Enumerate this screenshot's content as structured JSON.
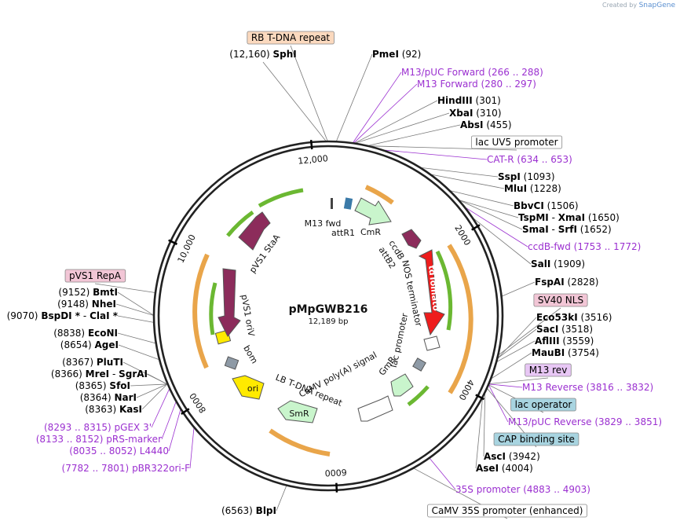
{
  "branding": {
    "created_by": "Created by",
    "product": "SnapGene"
  },
  "plasmid": {
    "name": "pMpGWB216",
    "size_label": "12,189 bp",
    "total_bp": 12189
  },
  "colors": {
    "enzyme": "#000000",
    "primer": "#9b30d0",
    "tick": "#000000",
    "label_line": "#777777",
    "primer_line": "#9b30d0",
    "box_feature_fill": "#fbd9be",
    "box_pink_fill": "#f2c6d6",
    "box_blue_fill": "#a8d4e0",
    "box_purple_fill": "#e8c7f5",
    "box_white_fill": "#ffffff"
  },
  "ticks": [
    {
      "bp": 2000,
      "label": "2000"
    },
    {
      "bp": 4000,
      "label": "4000"
    },
    {
      "bp": 6000,
      "label": "6000"
    },
    {
      "bp": 8000,
      "label": "8000"
    },
    {
      "bp": 10000,
      "label": "10,000"
    },
    {
      "bp": 12000,
      "label": "12,000"
    }
  ],
  "outer_labels": [
    {
      "id": "rb-tdna",
      "kind": "boxed",
      "box": "feature",
      "name": "RB T-DNA repeat",
      "bp": 12180
    },
    {
      "id": "sphi",
      "kind": "enzyme",
      "pre": "(12,160)",
      "name": "SphI",
      "bp": 12160
    },
    {
      "id": "pmei",
      "kind": "enzyme",
      "name": "PmeI",
      "post": "(92)",
      "bp": 92
    },
    {
      "id": "m13puc-f",
      "kind": "primer",
      "name": "M13/pUC Forward",
      "post": "(266 .. 288)",
      "bp": 277
    },
    {
      "id": "m13-f",
      "kind": "primer",
      "name": "M13 Forward",
      "post": "(280 .. 297)",
      "bp": 289
    },
    {
      "id": "hindiii",
      "kind": "enzyme",
      "name": "HindIII",
      "post": "(301)",
      "bp": 301
    },
    {
      "id": "xbai",
      "kind": "enzyme",
      "name": "XbaI",
      "post": "(310)",
      "bp": 310
    },
    {
      "id": "absi",
      "kind": "enzyme",
      "name": "AbsI",
      "post": "(455)",
      "bp": 455
    },
    {
      "id": "lacuv5",
      "kind": "boxed",
      "box": "white",
      "name": "lac UV5 promoter",
      "bp": 480
    },
    {
      "id": "cat-r",
      "kind": "primer",
      "name": "CAT-R",
      "post": "(634 .. 653)",
      "bp": 643
    },
    {
      "id": "sspi",
      "kind": "enzyme",
      "name": "SspI",
      "post": "(1093)",
      "bp": 1093
    },
    {
      "id": "mlui",
      "kind": "enzyme",
      "name": "MluI",
      "post": "(1228)",
      "bp": 1228
    },
    {
      "id": "bbvci",
      "kind": "enzyme",
      "name": "BbvCI",
      "post": "(1506)",
      "bp": 1506
    },
    {
      "id": "tspmi",
      "kind": "enzyme",
      "name": "TspMI",
      "mid": " - ",
      "name2": "XmaI",
      "post": "(1650)",
      "bp": 1650
    },
    {
      "id": "smai",
      "kind": "enzyme",
      "name": "SmaI",
      "mid": " - ",
      "name2": "SrfI",
      "post": "(1652)",
      "bp": 1652
    },
    {
      "id": "ccdb-fwd",
      "kind": "primer",
      "name": "ccdB-fwd",
      "post": "(1753 .. 1772)",
      "bp": 1762
    },
    {
      "id": "sali",
      "kind": "enzyme",
      "name": "SalI",
      "post": "(1909)",
      "bp": 1909
    },
    {
      "id": "fspai",
      "kind": "enzyme",
      "name": "FspAI",
      "post": "(2828)",
      "bp": 2828
    },
    {
      "id": "sv40nls",
      "kind": "boxed",
      "box": "pink",
      "name": "SV40 NLS",
      "bp": 3480
    },
    {
      "id": "eco53ki",
      "kind": "enzyme",
      "name": "Eco53kI",
      "post": "(3516)",
      "bp": 3516
    },
    {
      "id": "saci",
      "kind": "enzyme",
      "name": "SacI",
      "post": "(3518)",
      "bp": 3518
    },
    {
      "id": "aflIII",
      "kind": "enzyme",
      "name": "AflIII",
      "post": "(3559)",
      "bp": 3559
    },
    {
      "id": "maubi",
      "kind": "enzyme",
      "name": "MauBI",
      "post": "(3754)",
      "bp": 3754
    },
    {
      "id": "m13rev-b",
      "kind": "boxed",
      "box": "purple",
      "name": "M13 rev",
      "bp": 3820
    },
    {
      "id": "m13-r",
      "kind": "primer",
      "name": "M13 Reverse",
      "post": "(3816 .. 3832)",
      "bp": 3824
    },
    {
      "id": "lacop",
      "kind": "boxed",
      "box": "blue",
      "name": "lac operator",
      "bp": 3835
    },
    {
      "id": "m13puc-r",
      "kind": "primer",
      "name": "M13/pUC Reverse",
      "post": "(3829 .. 3851)",
      "bp": 3840
    },
    {
      "id": "cap",
      "kind": "boxed",
      "box": "blue",
      "name": "CAP binding site",
      "bp": 3880
    },
    {
      "id": "asci",
      "kind": "enzyme",
      "name": "AscI",
      "post": "(3942)",
      "bp": 3942
    },
    {
      "id": "asei",
      "kind": "enzyme",
      "name": "AseI",
      "post": "(4004)",
      "bp": 4004
    },
    {
      "id": "p35s",
      "kind": "primer",
      "name": "35S promoter",
      "post": "(4883 .. 4903)",
      "bp": 4893
    },
    {
      "id": "camv35s",
      "kind": "boxed",
      "box": "white",
      "name": "CaMV 35S promoter (enhanced)",
      "bp": 5100
    },
    {
      "id": "blpi",
      "kind": "enzyme",
      "pre": "(6563)",
      "name": "BlpI",
      "bp": 6563
    },
    {
      "id": "pbr322",
      "kind": "primer",
      "pre": "(7782 .. 7801)",
      "name": "pBR322ori-F",
      "bp": 7791
    },
    {
      "id": "l4440",
      "kind": "primer",
      "pre": "(8035 .. 8052)",
      "name": "L4440",
      "bp": 8043
    },
    {
      "id": "prs",
      "kind": "primer",
      "pre": "(8133 .. 8152)",
      "name": "pRS-marker",
      "bp": 8142
    },
    {
      "id": "pgex",
      "kind": "primer",
      "pre": "(8293 .. 8315)",
      "name": "pGEX 3'",
      "bp": 8304
    },
    {
      "id": "kasi",
      "kind": "enzyme",
      "pre": "(8363)",
      "name": "KasI",
      "bp": 8363
    },
    {
      "id": "nari",
      "kind": "enzyme",
      "pre": "(8364)",
      "name": "NarI",
      "bp": 8364
    },
    {
      "id": "sfoi",
      "kind": "enzyme",
      "pre": "(8365)",
      "name": "SfoI",
      "bp": 8365
    },
    {
      "id": "mrei",
      "kind": "enzyme",
      "pre": "(8366)",
      "name": "MreI",
      "mid": " - ",
      "name2": "SgrAI",
      "bp": 8366
    },
    {
      "id": "pluti",
      "kind": "enzyme",
      "pre": "(8367)",
      "name": "PluTI",
      "bp": 8367
    },
    {
      "id": "agei",
      "kind": "enzyme",
      "pre": "(8654)",
      "name": "AgeI",
      "bp": 8654
    },
    {
      "id": "ecoNI",
      "kind": "enzyme",
      "pre": "(8838)",
      "name": "EcoNI",
      "bp": 8838
    },
    {
      "id": "bspdi",
      "kind": "enzyme",
      "pre": "(9070)",
      "name": "BspDI *",
      "mid": " - ",
      "name2": "ClaI *",
      "bp": 9070
    },
    {
      "id": "nhei",
      "kind": "enzyme",
      "pre": "(9148)",
      "name": "NheI",
      "bp": 9148
    },
    {
      "id": "bmti",
      "kind": "enzyme",
      "pre": "(9152)",
      "name": "BmtI",
      "bp": 9152
    },
    {
      "id": "pvs1repa",
      "kind": "boxed",
      "box": "pink",
      "name": "pVS1 RepA",
      "bp": 9400
    }
  ],
  "inner_labels": [
    {
      "id": "m13fwd",
      "text": "M13 fwd"
    },
    {
      "id": "attr1",
      "text": "attR1"
    },
    {
      "id": "cmr",
      "text": "CmR"
    },
    {
      "id": "ccdb",
      "text": "ccdB"
    },
    {
      "id": "attb2",
      "text": "attB2"
    },
    {
      "id": "nos",
      "text": "NOS terminator"
    },
    {
      "id": "tdtomato",
      "text": "tdTomato"
    },
    {
      "id": "lacprom",
      "text": "lac promoter"
    },
    {
      "id": "gmr",
      "text": "GmR"
    },
    {
      "id": "camvpa",
      "text": "CaMV poly(A) signal"
    },
    {
      "id": "lbtdna",
      "text": "LB T-DNA repeat"
    },
    {
      "id": "smr",
      "text": "SmR"
    },
    {
      "id": "ori",
      "text": "ori"
    },
    {
      "id": "bom",
      "text": "bom"
    },
    {
      "id": "pvs1oriv",
      "text": "pVS1 oriV"
    },
    {
      "id": "pvs1staa",
      "text": "pVS1 StaA"
    }
  ]
}
